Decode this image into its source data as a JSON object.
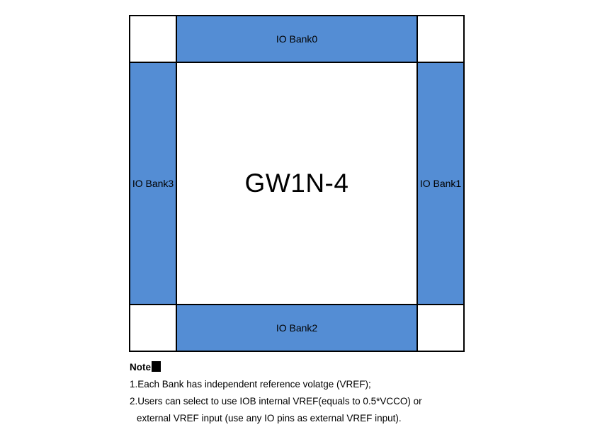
{
  "diagram": {
    "core_label": "GW1N-4",
    "banks": {
      "top": "IO Bank0",
      "right": "IO Bank1",
      "bottom": "IO Bank2",
      "left": "IO Bank3"
    },
    "bank_fill_color": "#548dd4",
    "border_color": "#000000"
  },
  "notes": {
    "heading": "Note",
    "items": [
      {
        "text": "1.Each Bank has independent reference volatge (VREF);"
      },
      {
        "text": "2.Users can select to use IOB internal VREF(equals to 0.5*VCCO) or",
        "continuation": "external VREF input (use any IO pins as external VREF input)."
      }
    ]
  }
}
